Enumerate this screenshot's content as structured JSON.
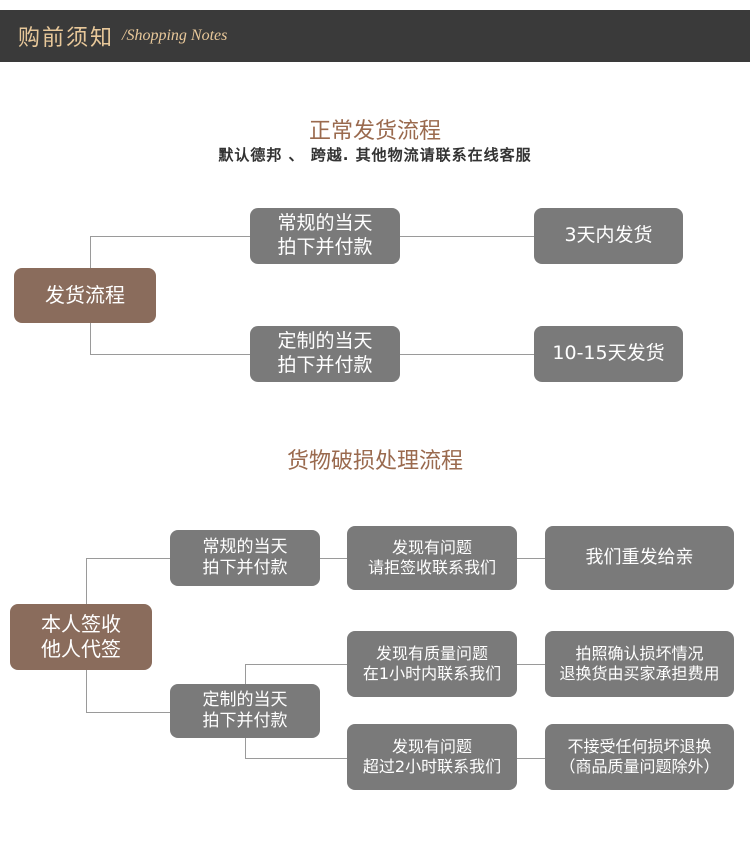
{
  "header": {
    "title_zh": "购前须知",
    "title_en": "/Shopping Notes"
  },
  "section1": {
    "title": "正常发货流程",
    "subtitle": "默认德邦 、 跨越. 其他物流请联系在线客服",
    "root": "发货流程",
    "branch_regular": "常规的当天\n拍下并付款",
    "branch_custom": "定制的当天\n拍下并付款",
    "result_regular": "3天内发货",
    "result_custom": "10-15天发货"
  },
  "section2": {
    "title": "货物破损处理流程",
    "root": "本人签收\n他人代签",
    "branch_regular": "常规的当天\n拍下并付款",
    "branch_custom": "定制的当天\n拍下并付款",
    "regular_issue": "发现有问题\n请拒签收联系我们",
    "regular_result": "我们重发给亲",
    "custom_issue_1": "发现有质量问题\n在1小时内联系我们",
    "custom_result_1": "拍照确认损坏情况\n退换货由买家承担费用",
    "custom_issue_2": "发现有问题\n超过2小时联系我们",
    "custom_result_2": "不接受任何损坏退换\n（商品质量问题除外）"
  }
}
